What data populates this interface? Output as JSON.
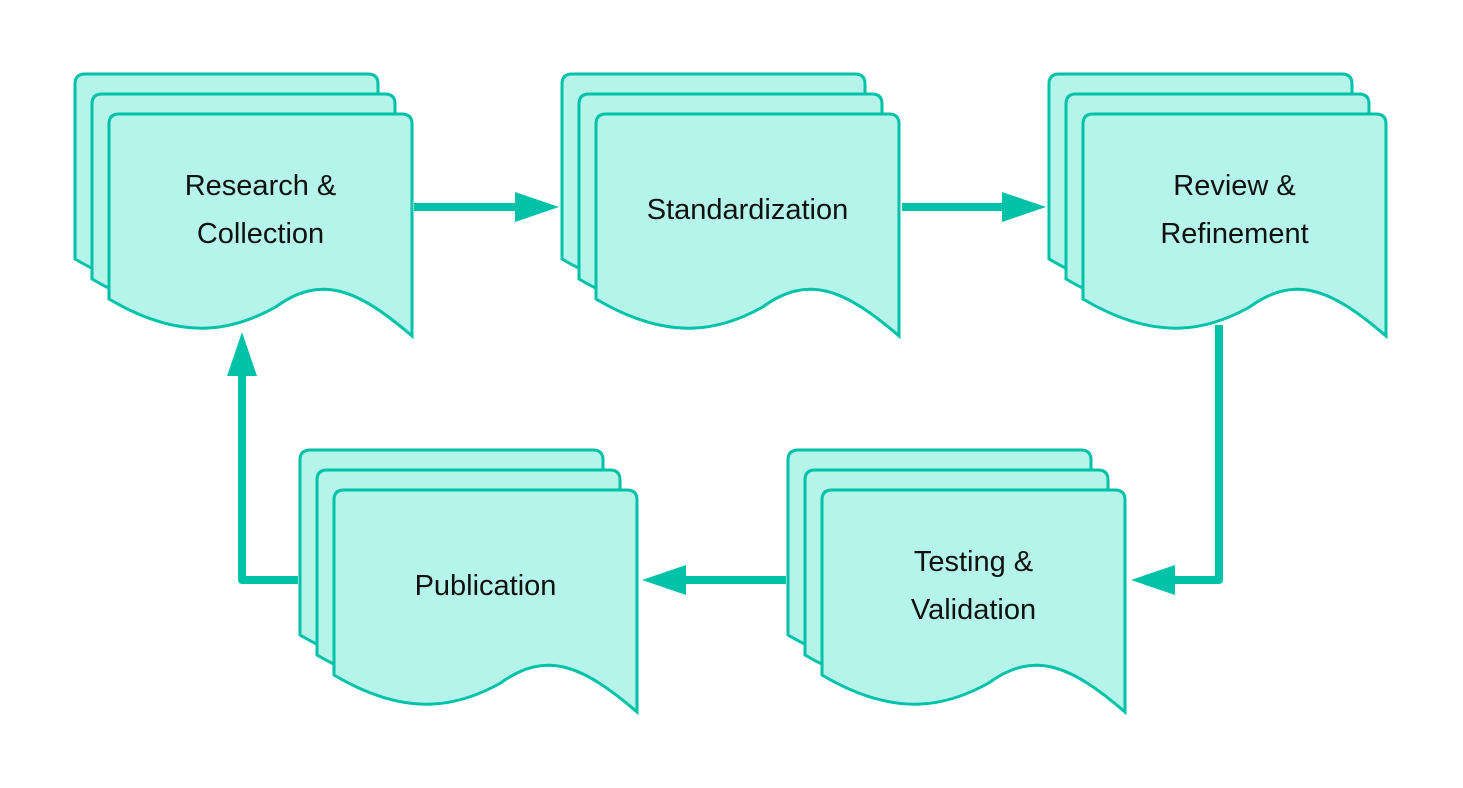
{
  "diagram": {
    "type": "process-cycle",
    "colors": {
      "fill": "#b5f4ea",
      "stroke": "#00c2a8",
      "text": "#111111",
      "background": "#ffffff"
    },
    "nodes": [
      {
        "id": "research",
        "shape": "multi-document",
        "lines": [
          "Research &",
          "Collection"
        ]
      },
      {
        "id": "standardization",
        "shape": "multi-document",
        "lines": [
          "Standardization"
        ]
      },
      {
        "id": "review",
        "shape": "multi-document",
        "lines": [
          "Review &",
          "Refinement"
        ]
      },
      {
        "id": "testing",
        "shape": "multi-document",
        "lines": [
          "Testing &",
          "Validation"
        ]
      },
      {
        "id": "publication",
        "shape": "multi-document",
        "lines": [
          "Publication"
        ]
      }
    ],
    "edges": [
      {
        "from": "research",
        "to": "standardization"
      },
      {
        "from": "standardization",
        "to": "review"
      },
      {
        "from": "review",
        "to": "testing"
      },
      {
        "from": "testing",
        "to": "publication"
      },
      {
        "from": "publication",
        "to": "research"
      }
    ]
  }
}
